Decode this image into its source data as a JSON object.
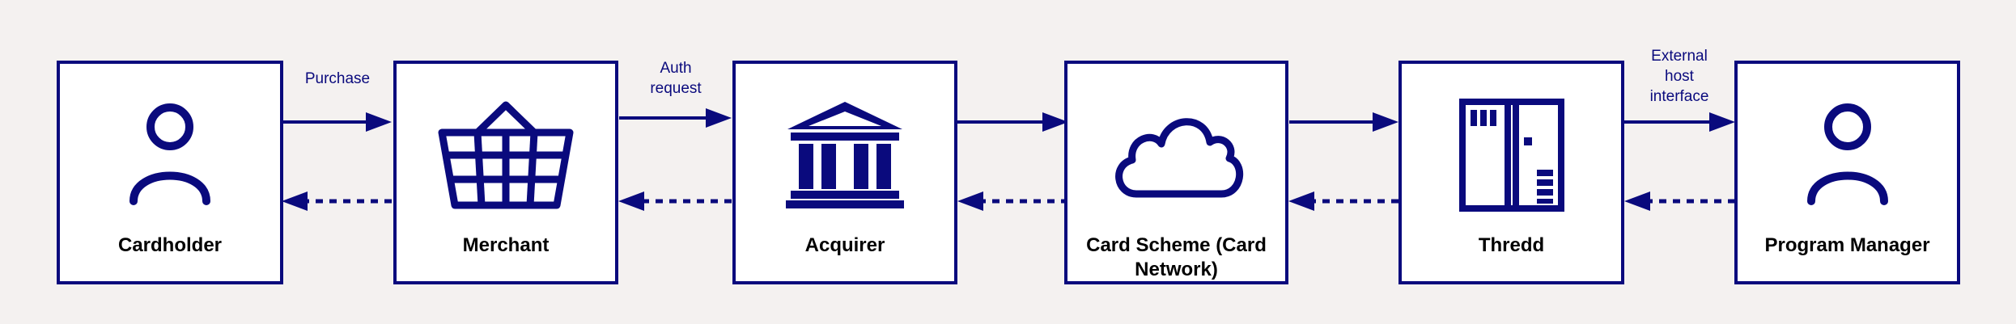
{
  "diagram": {
    "accent_color": "#0a0a7d",
    "background_color": "#f4f1f0",
    "nodes": [
      {
        "id": "cardholder",
        "label": "Cardholder",
        "icon": "person-icon"
      },
      {
        "id": "merchant",
        "label": "Merchant",
        "icon": "shopping-basket-icon"
      },
      {
        "id": "acquirer",
        "label": "Acquirer",
        "icon": "bank-icon"
      },
      {
        "id": "card-scheme",
        "label": "Card Scheme (Card Network)",
        "icon": "cloud-icon"
      },
      {
        "id": "thredd",
        "label": "Thredd",
        "icon": "server-rack-icon"
      },
      {
        "id": "program-manager",
        "label": "Program Manager",
        "icon": "person-icon"
      }
    ],
    "edge_labels": {
      "purchase": "Purchase",
      "auth_request_1": "Auth",
      "auth_request_2": "request",
      "external_1": "External",
      "external_2": "host",
      "external_3": "interface"
    }
  }
}
